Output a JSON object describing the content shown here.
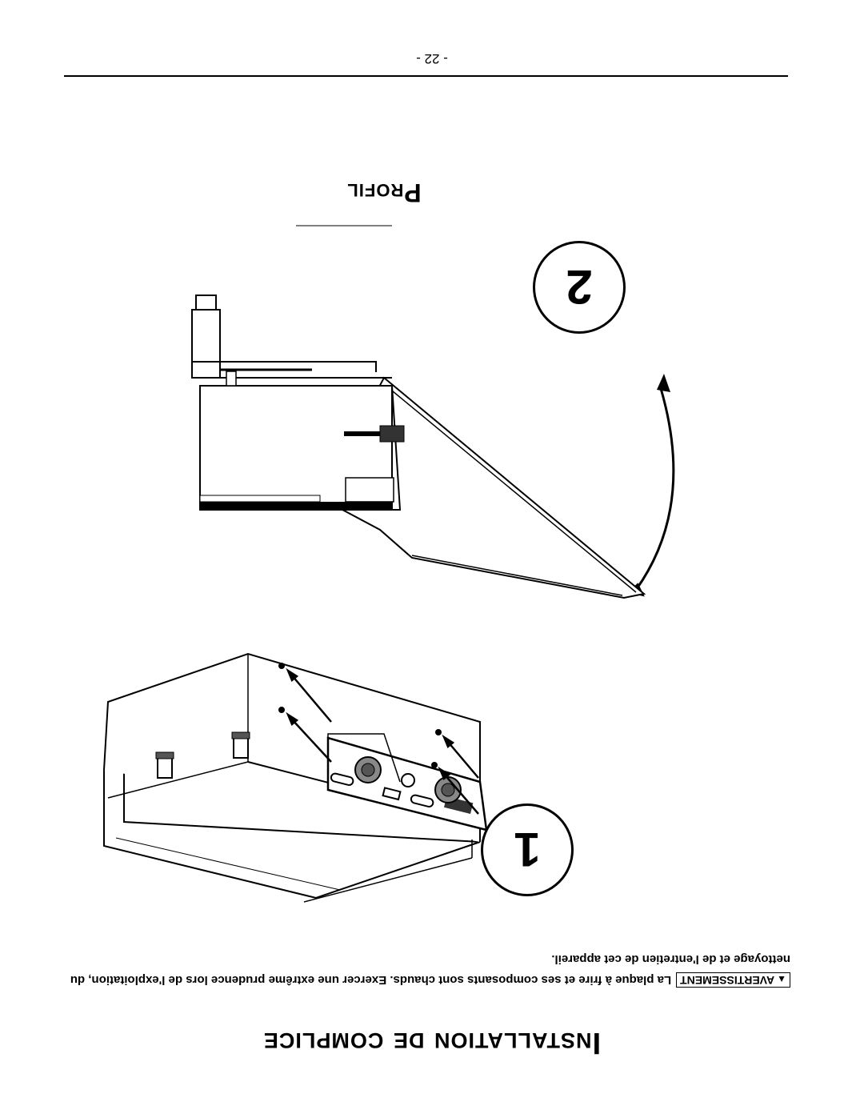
{
  "document": {
    "title": "Installation de complice",
    "warning": {
      "icon": "warning-triangle-icon",
      "symbol": "▲",
      "label": "AVERTISSEMENT",
      "text": "La plaque à frire et ses composants sont chauds. Exercer une extrême prudence lors de l'exploitation, du nettoyage et de l'entretien de cet appareil."
    },
    "steps": [
      {
        "number": "1"
      },
      {
        "number": "2"
      }
    ],
    "profile_label": "Profil",
    "page_number": "- 22 -",
    "orientation_note_color": "#000000"
  }
}
